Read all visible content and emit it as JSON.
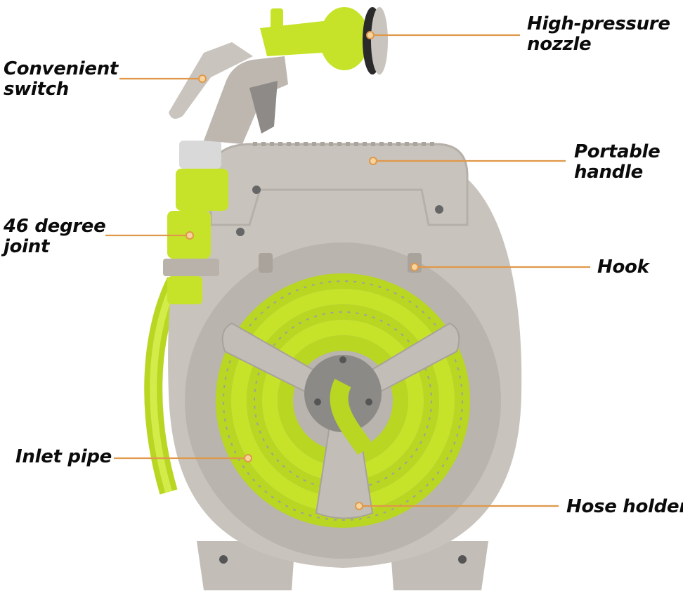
{
  "callouts": [
    {
      "id": "high-pressure-nozzle",
      "text_line1": "High-pressure",
      "text_line2": "nozzle"
    },
    {
      "id": "convenient-switch",
      "text_line1": "Convenient",
      "text_line2": "switch"
    },
    {
      "id": "portable-handle",
      "text_line1": "Portable",
      "text_line2": "handle"
    },
    {
      "id": "joint",
      "text_line1": "46 degree",
      "text_line2": "joint"
    },
    {
      "id": "hook",
      "text_line1": "Hook",
      "text_line2": ""
    },
    {
      "id": "inlet-pipe",
      "text_line1": "Inlet pipe",
      "text_line2": ""
    },
    {
      "id": "hose-holder",
      "text_line1": "Hose holder",
      "text_line2": ""
    }
  ],
  "colors": {
    "callout_line": "#e0984a",
    "hose_green": "#c6e32a",
    "body_gray": "#c8c3bc",
    "text": "#0b0b0b"
  }
}
